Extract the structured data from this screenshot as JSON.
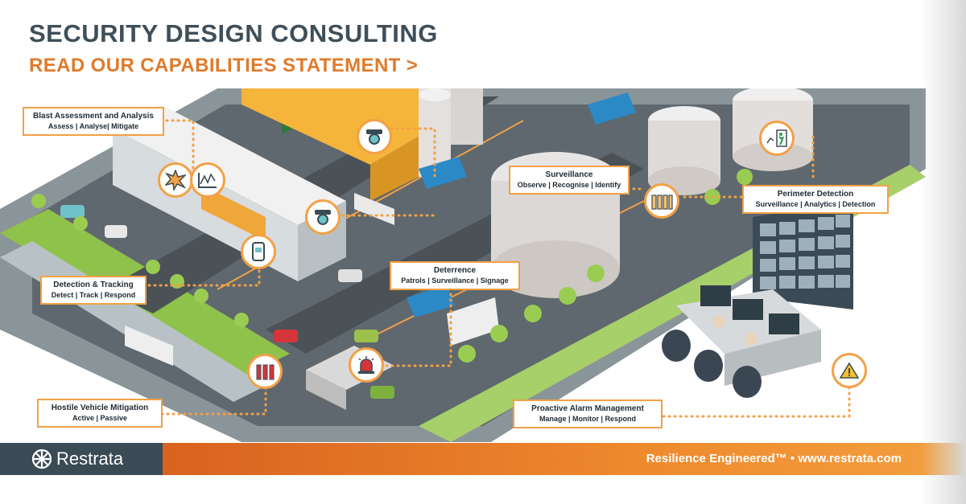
{
  "header": {
    "title": "SECURITY DESIGN CONSULTING",
    "cta": "READ OUR CAPABILITIES STATEMENT >"
  },
  "callouts": {
    "blast": {
      "title": "Blast Assessment and Analysis",
      "sub": "Assess | Analyse| Mitigate"
    },
    "surveillance": {
      "title": "Surveillance",
      "sub": "Observe | Recognise | Identify"
    },
    "perimeter": {
      "title": "Perimeter Detection",
      "sub": "Surveillance | Analytics | Detection"
    },
    "detection": {
      "title": "Detection & Tracking",
      "sub": "Detect | Track | Respond"
    },
    "deterrence": {
      "title": "Deterrence",
      "sub": "Patrols | Surveillance | Signage"
    },
    "hostile": {
      "title": "Hostile Vehicle Mitigation",
      "sub": "Active | Passive"
    },
    "alarm": {
      "title": "Proactive Alarm Management",
      "sub": "Manage | Monitor | Respond"
    }
  },
  "icons": [
    "camera-icon",
    "explosion-icon",
    "chart-icon",
    "camera-icon",
    "fence-icon",
    "running-person-icon",
    "bollard-icon",
    "siren-icon",
    "warning-icon"
  ],
  "footer": {
    "brand": "Restrata",
    "tagline": "Resilience Engineered™ •  www.restrata.com"
  },
  "colors": {
    "accent": "#f3a046",
    "brand_dark": "#3b4b55",
    "title": "#3f4f5a",
    "orange": "#e07a2a"
  }
}
